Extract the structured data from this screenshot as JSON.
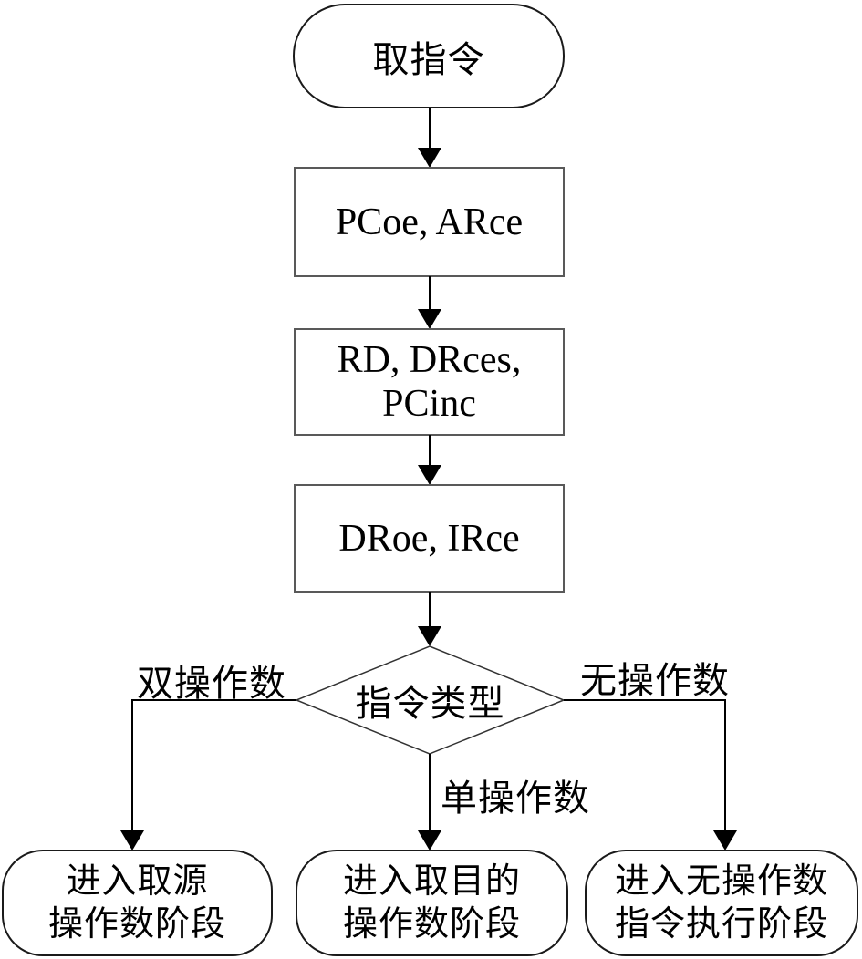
{
  "flowchart": {
    "nodes": {
      "start": {
        "text": "取指令"
      },
      "step1": {
        "text": "PCoe, ARce"
      },
      "step2": {
        "line1": "RD, DRces,",
        "line2": "PCinc"
      },
      "step3": {
        "text": "DRoe, IRce"
      },
      "decision": {
        "text": "指令类型"
      },
      "terminal_left": {
        "line1": "进入取源",
        "line2": "操作数阶段"
      },
      "terminal_middle": {
        "line1": "进入取目的",
        "line2": "操作数阶段"
      },
      "terminal_right": {
        "line1": "进入无操作数",
        "line2": "指令执行阶段"
      }
    },
    "branch_labels": {
      "left": "双操作数",
      "middle": "单操作数",
      "right": "无操作数"
    },
    "colors": {
      "background": "#ffffff",
      "connector_line": "#000000",
      "arrowhead": "#000000",
      "terminal_border": "#1a1a1a",
      "process_border": "#595959",
      "diamond_border": "#333333",
      "text": "#000000"
    }
  }
}
